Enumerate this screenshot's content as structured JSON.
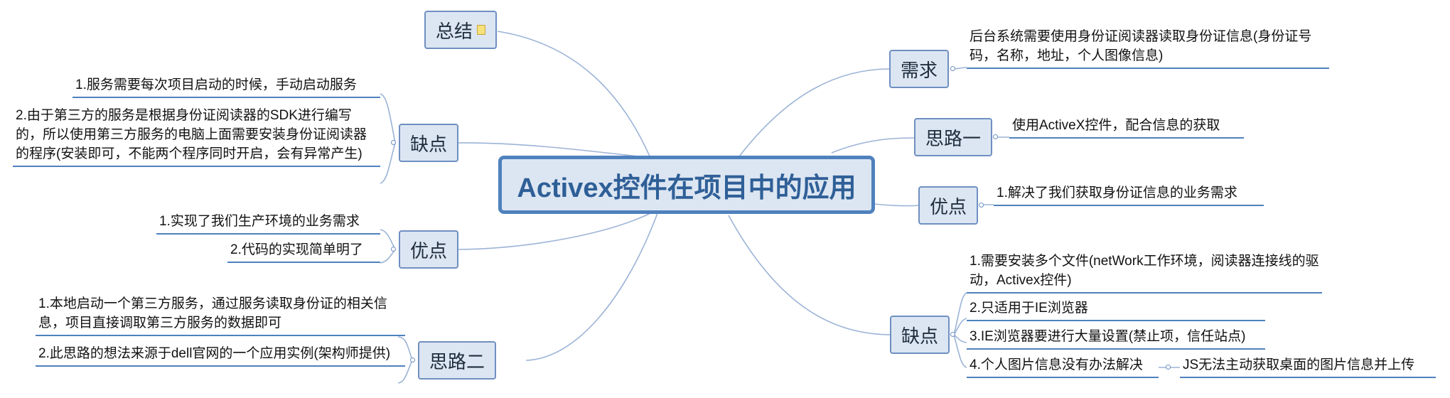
{
  "central": {
    "title": "Activex控件在项目中的应用"
  },
  "summary": {
    "label": "总结"
  },
  "right": {
    "req": {
      "label": "需求",
      "leaves": [
        "后台系统需要使用身份证阅读器读取身份证信息(身份证号码，名称，地址，个人图像信息)"
      ]
    },
    "idea1": {
      "label": "思路一",
      "leaves": [
        "使用ActiveX控件，配合信息的获取"
      ]
    },
    "pros": {
      "label": "优点",
      "leaves": [
        "1.解决了我们获取身份证信息的业务需求"
      ]
    },
    "cons": {
      "label": "缺点",
      "leaves": [
        "1.需要安装多个文件(netWork工作环境，阅读器连接线的驱动，Activex控件)",
        "2.只适用于IE浏览器",
        "3.IE浏览器要进行大量设置(禁止项，信任站点)",
        "4.个人图片信息没有办法解决"
      ],
      "subleaf": "JS无法主动获取桌面的图片信息并上传"
    }
  },
  "left": {
    "cons": {
      "label": "缺点",
      "leaves": [
        "1.服务需要每次项目启动的时候，手动启动服务",
        "2.由于第三方的服务是根据身份证阅读器的SDK进行编写的，所以使用第三方服务的电脑上面需要安装身份证阅读器的程序(安装即可，不能两个程序同时开启，会有异常产生)"
      ]
    },
    "pros": {
      "label": "优点",
      "leaves": [
        "1.实现了我们生产环境的业务需求",
        "2.代码的实现简单明了"
      ]
    },
    "idea2": {
      "label": "思路二",
      "leaves": [
        "1.本地启动一个第三方服务，通过服务读取身份证的相关信息，项目直接调取第三方服务的数据即可",
        "2.此思路的想法来源于dell官网的一个应用实例(架构师提供)"
      ]
    }
  },
  "colors": {
    "line": "#9bb3d6",
    "border": "#4f81bd",
    "fill": "#dce6f2"
  }
}
